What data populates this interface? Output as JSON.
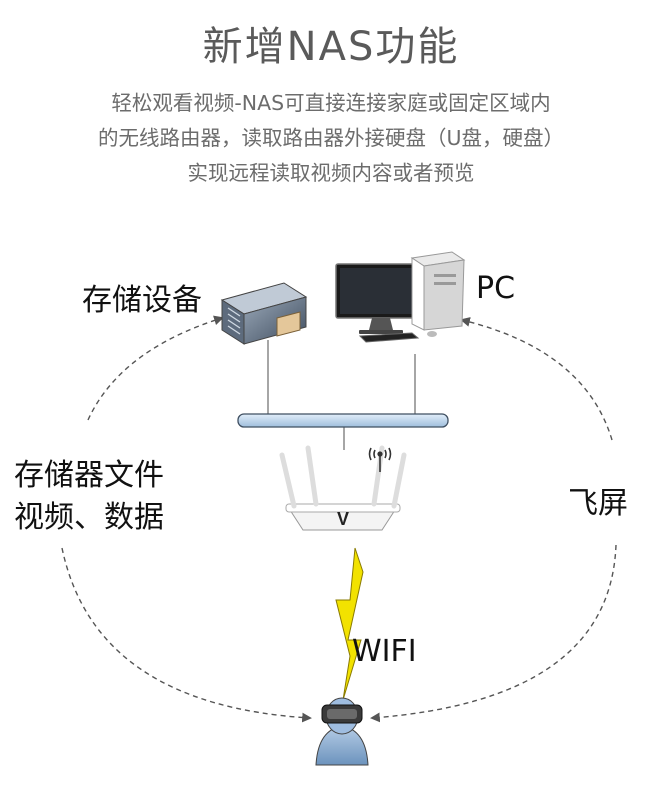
{
  "title": "新增NAS功能",
  "subtitle_lines": [
    "轻松观看视频-NAS可直接连接家庭或固定区域内",
    "的无线路由器，读取路由器外接硬盘（U盘，硬盘）",
    "实现远程读取视频内容或者预览"
  ],
  "nodes": {
    "storage": "存储设备",
    "pc": "PC",
    "storage_media_line1": "存储器文件",
    "storage_media_line2": "视频、数据",
    "flyscreen": "飞屏",
    "wifi": "WIFI"
  },
  "colors": {
    "title": "#5a5a5a",
    "subtitle": "#6c6c6c",
    "bus": "#bcd4ea",
    "lightning": "#f2e200",
    "user": "#8fb2d6"
  }
}
